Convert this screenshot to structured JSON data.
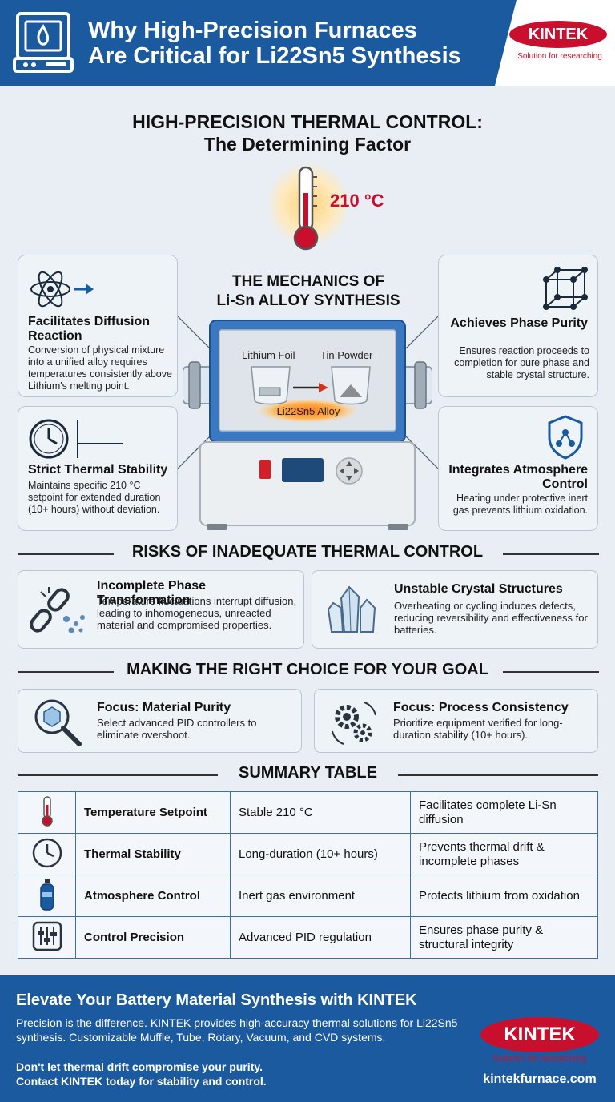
{
  "header": {
    "title_line1": "Why High-Precision Furnaces",
    "title_line2": "Are Critical for Li22Sn5 Synthesis",
    "brand": "KINTEK",
    "brand_tagline": "Solution for researching"
  },
  "hero": {
    "title_line1": "HIGH-PRECISION THERMAL CONTROL:",
    "title_line2": "The Determining Factor",
    "temperature": "210 °C"
  },
  "mechanics": {
    "title_line1": "THE MECHANICS OF",
    "title_line2": "Li-Sn ALLOY SYNTHESIS",
    "label_left": "Lithium Foil",
    "label_right": "Tin Powder",
    "label_product": "Li22Sn5 Alloy"
  },
  "features": [
    {
      "icon": "atom-icon",
      "title": "Facilitates Diffusion Reaction",
      "text": "Conversion of physical mixture into a unified alloy requires temperatures consistently above Lithium's melting point."
    },
    {
      "icon": "crystal-cube-icon",
      "title": "Achieves Phase Purity",
      "text": "Ensures reaction proceeds to completion for pure phase and stable crystal structure."
    },
    {
      "icon": "clock-icon",
      "title": "Strict Thermal Stability",
      "text": "Maintains specific 210 °C setpoint for extended duration (10+ hours) without deviation."
    },
    {
      "icon": "shield-icon",
      "title": "Integrates Atmosphere Control",
      "text": "Heating under protective inert gas prevents lithium oxidation."
    }
  ],
  "risks": {
    "title": "RISKS OF INADEQUATE THERMAL CONTROL",
    "items": [
      {
        "icon": "broken-chain-icon",
        "title": "Incomplete Phase Transformation",
        "text": "Temperature fluctuations interrupt diffusion, leading to inhomogeneous, unreacted material and compromised properties."
      },
      {
        "icon": "crystal-icon",
        "title": "Unstable Crystal Structures",
        "text": "Overheating or cycling induces defects, reducing reversibility and effectiveness for batteries."
      }
    ]
  },
  "choice": {
    "title": "MAKING THE RIGHT CHOICE FOR YOUR GOAL",
    "items": [
      {
        "icon": "magnifier-icon",
        "title": "Focus: Material Purity",
        "text": "Select advanced PID controllers to eliminate overshoot."
      },
      {
        "icon": "gears-icon",
        "title": "Focus: Process Consistency",
        "text": "Prioritize equipment verified for long-duration stability (10+ hours)."
      }
    ]
  },
  "summary": {
    "title": "SUMMARY TABLE",
    "rows": [
      {
        "icon": "thermometer-icon",
        "param": "Temperature Setpoint",
        "value": "Stable 210 °C",
        "effect": "Facilitates complete Li-Sn diffusion"
      },
      {
        "icon": "clock-icon",
        "param": "Thermal Stability",
        "value": "Long-duration (10+ hours)",
        "effect": "Prevents thermal drift & incomplete phases"
      },
      {
        "icon": "gas-cylinder-icon",
        "param": "Atmosphere Control",
        "value": "Inert gas environment",
        "effect": "Protects lithium from oxidation"
      },
      {
        "icon": "sliders-icon",
        "param": "Control Precision",
        "value": "Advanced PID regulation",
        "effect": "Ensures phase purity & structural integrity"
      }
    ]
  },
  "footer": {
    "title": "Elevate Your Battery Material Synthesis with KINTEK",
    "text": "Precision is the difference. KINTEK provides high-accuracy thermal solutions for Li22Sn5 synthesis. Customizable Muffle, Tube, Rotary, Vacuum, and CVD systems.",
    "cta_line1": "Don't let thermal drift compromise your purity.",
    "cta_line2": "Contact KINTEK today for stability and control.",
    "brand": "KINTEK",
    "brand_tagline": "Solution for researching",
    "url": "kintekfurnace.com"
  },
  "colors": {
    "primary": "#1c5aa0",
    "accent": "#c8102e",
    "panel": "#eef3f8"
  }
}
